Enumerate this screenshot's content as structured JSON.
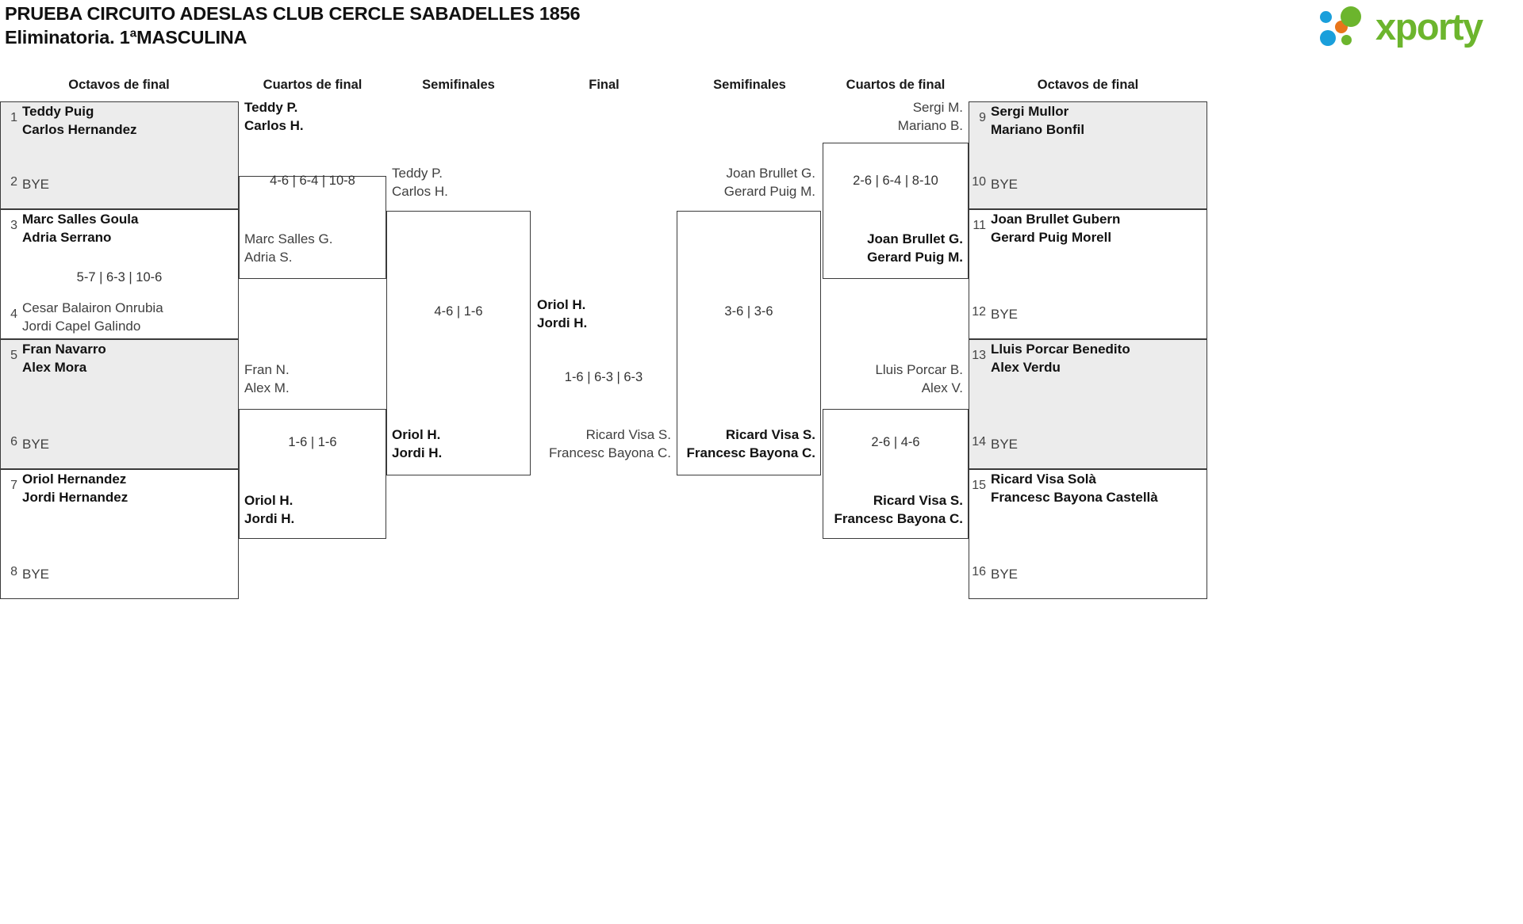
{
  "header": {
    "title_line1": "PRUEBA CIRCUITO ADESLAS CLUB CERCLE SABADELLES 1856",
    "title_line2": "Eliminatoria. 1ªMASCULINA",
    "logo_text": "xporty",
    "logo_colors": {
      "green": "#6cb52d",
      "blue": "#1a9fdb",
      "orange": "#e8751a"
    }
  },
  "rounds": {
    "left": [
      "Octavos de final",
      "Cuartos de final",
      "Semifinales"
    ],
    "center": "Final",
    "right": [
      "Semifinales",
      "Cuartos de final",
      "Octavos de final"
    ]
  },
  "colors": {
    "winner_fill": "#ececec",
    "border": "#3b3b3b",
    "winner_text": "#121212",
    "loser_text": "#3f3f3f"
  },
  "left_r1": [
    {
      "seed": "1",
      "line1": "Teddy Puig",
      "line2": "Carlos Hernandez",
      "winner": true
    },
    {
      "seed": "2",
      "bye": "BYE"
    },
    {
      "seed": "3",
      "line1": "Marc Salles Goula",
      "line2": "Adria Serrano",
      "winner": true
    },
    {
      "seed": "4",
      "line1": "Cesar Balairon Onrubia",
      "line2": "Jordi Capel Galindo",
      "winner": false
    },
    {
      "seed": "5",
      "line1": "Fran Navarro",
      "line2": "Alex Mora",
      "winner": true
    },
    {
      "seed": "6",
      "bye": "BYE"
    },
    {
      "seed": "7",
      "line1": "Oriol Hernandez",
      "line2": "Jordi Hernandez",
      "winner": true
    },
    {
      "seed": "8",
      "bye": "BYE"
    }
  ],
  "left_r1_scores": [
    "",
    "5-7 | 6-3 | 10-6",
    "",
    ""
  ],
  "left_r2": [
    {
      "line1": "Teddy P.",
      "line2": "Carlos H.",
      "winner": true
    },
    {
      "line1": "Marc Salles G.",
      "line2": "Adria S.",
      "winner": false
    },
    {
      "line1": "Fran N.",
      "line2": "Alex M.",
      "winner": false
    },
    {
      "line1": "Oriol H.",
      "line2": "Jordi H.",
      "winner": true
    }
  ],
  "left_r2_scores": [
    "4-6 | 6-4 | 10-8",
    "1-6 | 1-6"
  ],
  "left_r3": [
    {
      "line1": "Teddy P.",
      "line2": "Carlos H.",
      "winner": false
    },
    {
      "line1": "Oriol H.",
      "line2": "Jordi H.",
      "winner": true
    }
  ],
  "left_r3_score": "4-6 | 1-6",
  "final": {
    "winner": {
      "line1": "Oriol H.",
      "line2": "Jordi H."
    },
    "loser": {
      "line1": "Ricard Visa S.",
      "line2": "Francesc Bayona C."
    },
    "score": "1-6 | 6-3 | 6-3"
  },
  "right_r3": [
    {
      "line1": "Joan Brullet G.",
      "line2": "Gerard Puig M.",
      "winner": false
    },
    {
      "line1": "Ricard Visa S.",
      "line2": "Francesc Bayona C.",
      "winner": true
    }
  ],
  "right_r3_score": "3-6 | 3-6",
  "right_r2": [
    {
      "line1": "Sergi M.",
      "line2": "Mariano B.",
      "winner": false
    },
    {
      "line1": "Joan Brullet G.",
      "line2": "Gerard Puig M.",
      "winner": true
    },
    {
      "line1": "Lluis Porcar B.",
      "line2": "Alex V.",
      "winner": false
    },
    {
      "line1": "Ricard Visa S.",
      "line2": "Francesc Bayona C.",
      "winner": true
    }
  ],
  "right_r2_scores": [
    "2-6 | 6-4 | 8-10",
    "2-6 | 4-6"
  ],
  "right_r1": [
    {
      "seed": "9",
      "line1": "Sergi Mullor",
      "line2": "Mariano Bonfil",
      "winner": true
    },
    {
      "seed": "10",
      "bye": "BYE"
    },
    {
      "seed": "11",
      "line1": "Joan Brullet Gubern",
      "line2": "Gerard Puig Morell",
      "winner": true
    },
    {
      "seed": "12",
      "bye": "BYE"
    },
    {
      "seed": "13",
      "line1": "Lluis Porcar Benedito",
      "line2": "Alex Verdu",
      "winner": true
    },
    {
      "seed": "14",
      "bye": "BYE"
    },
    {
      "seed": "15",
      "line1": "Ricard Visa Solà",
      "line2": "Francesc Bayona Castellà",
      "winner": true
    },
    {
      "seed": "16",
      "bye": "BYE"
    }
  ]
}
